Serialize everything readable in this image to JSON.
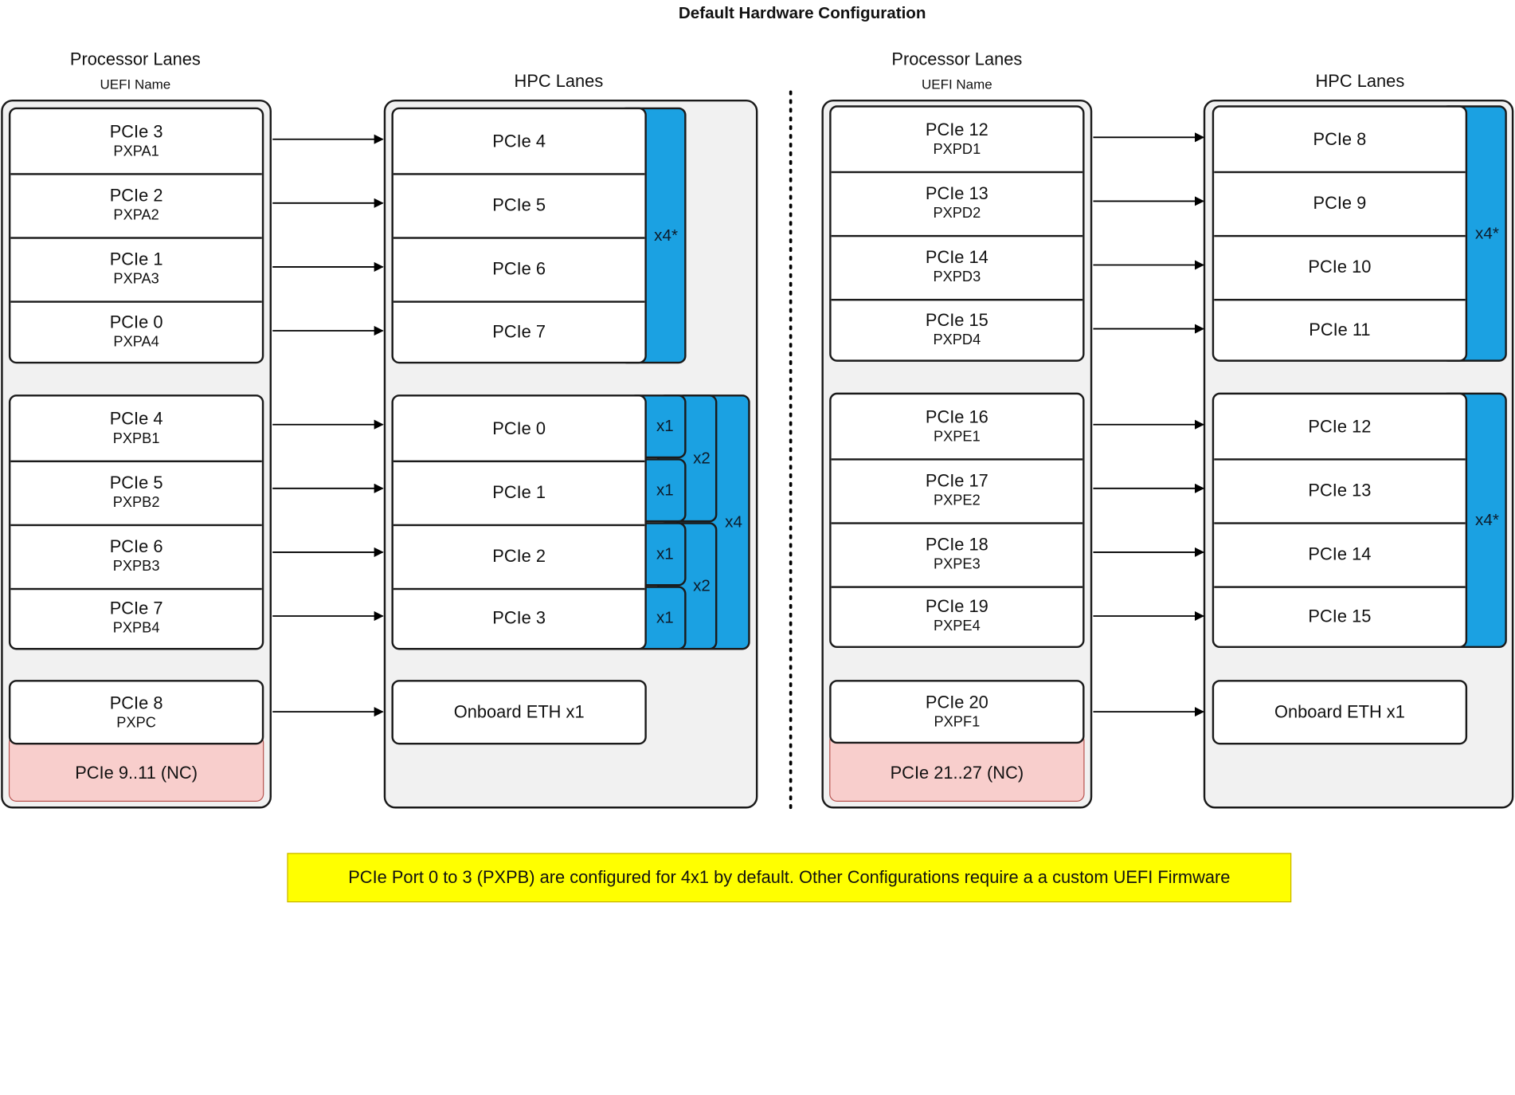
{
  "title": "Default Hardware Configuration",
  "left": {
    "proc_header": "Processor Lanes",
    "proc_sub": "UEFI Name",
    "hpc_header": "HPC Lanes",
    "proc_group1": [
      {
        "name": "PCIe 3",
        "uefi": "PXPA1"
      },
      {
        "name": "PCIe 2",
        "uefi": "PXPA2"
      },
      {
        "name": "PCIe 1",
        "uefi": "PXPA3"
      },
      {
        "name": "PCIe 0",
        "uefi": "PXPA4"
      }
    ],
    "proc_group2": [
      {
        "name": "PCIe 4",
        "uefi": "PXPB1"
      },
      {
        "name": "PCIe 5",
        "uefi": "PXPB2"
      },
      {
        "name": "PCIe 6",
        "uefi": "PXPB3"
      },
      {
        "name": "PCIe 7",
        "uefi": "PXPB4"
      }
    ],
    "proc_group3": {
      "name": "PCIe 8",
      "uefi": "PXPC"
    },
    "nc": "PCIe 9..11 (NC)",
    "hpc_group1": [
      "PCIe 4",
      "PCIe 5",
      "PCIe 6",
      "PCIe 7"
    ],
    "hpc_group1_width": "x4*",
    "hpc_group2": [
      "PCIe 0",
      "PCIe 1",
      "PCIe 2",
      "PCIe 3"
    ],
    "hpc_group2_x1": [
      "x1",
      "x1",
      "x1",
      "x1"
    ],
    "hpc_group2_x2": [
      "x2",
      "x2"
    ],
    "hpc_group2_x4": "x4",
    "eth": "Onboard ETH x1"
  },
  "right": {
    "proc_header": "Processor Lanes",
    "proc_sub": "UEFI Name",
    "hpc_header": "HPC Lanes",
    "proc_group1": [
      {
        "name": "PCIe 12",
        "uefi": "PXPD1"
      },
      {
        "name": "PCIe 13",
        "uefi": "PXPD2"
      },
      {
        "name": "PCIe 14",
        "uefi": "PXPD3"
      },
      {
        "name": "PCIe 15",
        "uefi": "PXPD4"
      }
    ],
    "proc_group2": [
      {
        "name": "PCIe 16",
        "uefi": "PXPE1"
      },
      {
        "name": "PCIe 17",
        "uefi": "PXPE2"
      },
      {
        "name": "PCIe 18",
        "uefi": "PXPE3"
      },
      {
        "name": "PCIe 19",
        "uefi": "PXPE4"
      }
    ],
    "proc_group3": {
      "name": "PCIe 20",
      "uefi": "PXPF1"
    },
    "nc": "PCIe 21..27 (NC)",
    "hpc_group1": [
      "PCIe 8",
      "PCIe 9",
      "PCIe 10",
      "PCIe 11"
    ],
    "hpc_group1_width": "x4*",
    "hpc_group2": [
      "PCIe 12",
      "PCIe 13",
      "PCIe 14",
      "PCIe 15"
    ],
    "hpc_group2_width": "x4*",
    "eth": "Onboard ETH x1"
  },
  "note": "PCIe Port 0 to 3 (PXPB) are configured for 4x1 by default. Other Configurations require a a custom UEFI Firmware",
  "colors": {
    "blue": "#1ba1e2",
    "nc_fill": "#f8cecc",
    "note_fill": "#ffff00",
    "panel": "#f1f1f1"
  }
}
